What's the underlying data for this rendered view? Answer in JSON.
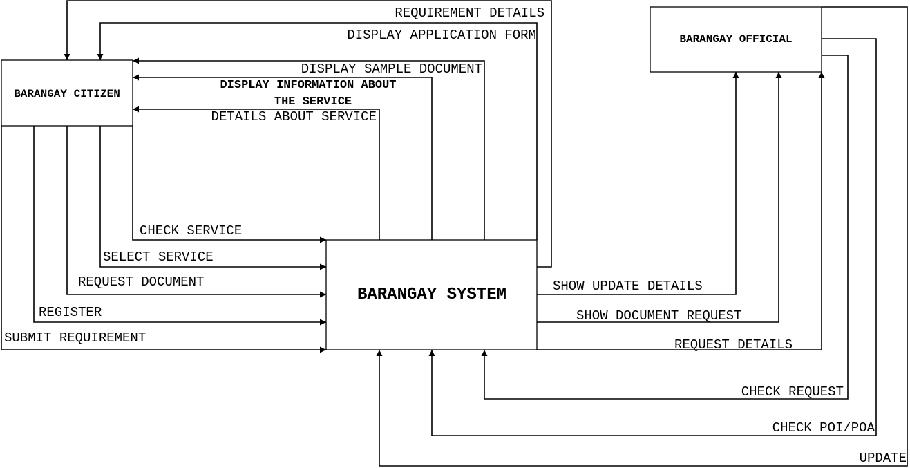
{
  "entities": {
    "citizen": "BARANGAY CITIZEN",
    "official": "BARANGAY OFFICIAL",
    "system": "BARANGAY SYSTEM"
  },
  "flows": {
    "requirement_details": "REQUIREMENT DETAILS",
    "display_application_form": "DISPLAY APPLICATION FORM",
    "display_sample_document": "DISPLAY SAMPLE DOCUMENT",
    "display_information_line1": "DISPLAY INFORMATION ABOUT",
    "display_information_line2": "THE SERVICE",
    "details_about_service": "DETAILS ABOUT SERVICE",
    "check_service": "CHECK SERVICE",
    "select_service": "SELECT SERVICE",
    "request_document": "REQUEST DOCUMENT",
    "register": "REGISTER",
    "submit_requirement": "SUBMIT REQUIREMENT",
    "show_update_details": "SHOW UPDATE DETAILS",
    "show_document_request": "SHOW DOCUMENT REQUEST",
    "request_details": "REQUEST DETAILS",
    "check_request": "CHECK REQUEST",
    "check_poi_poa": "CHECK POI/POA",
    "update": "UPDATE"
  }
}
